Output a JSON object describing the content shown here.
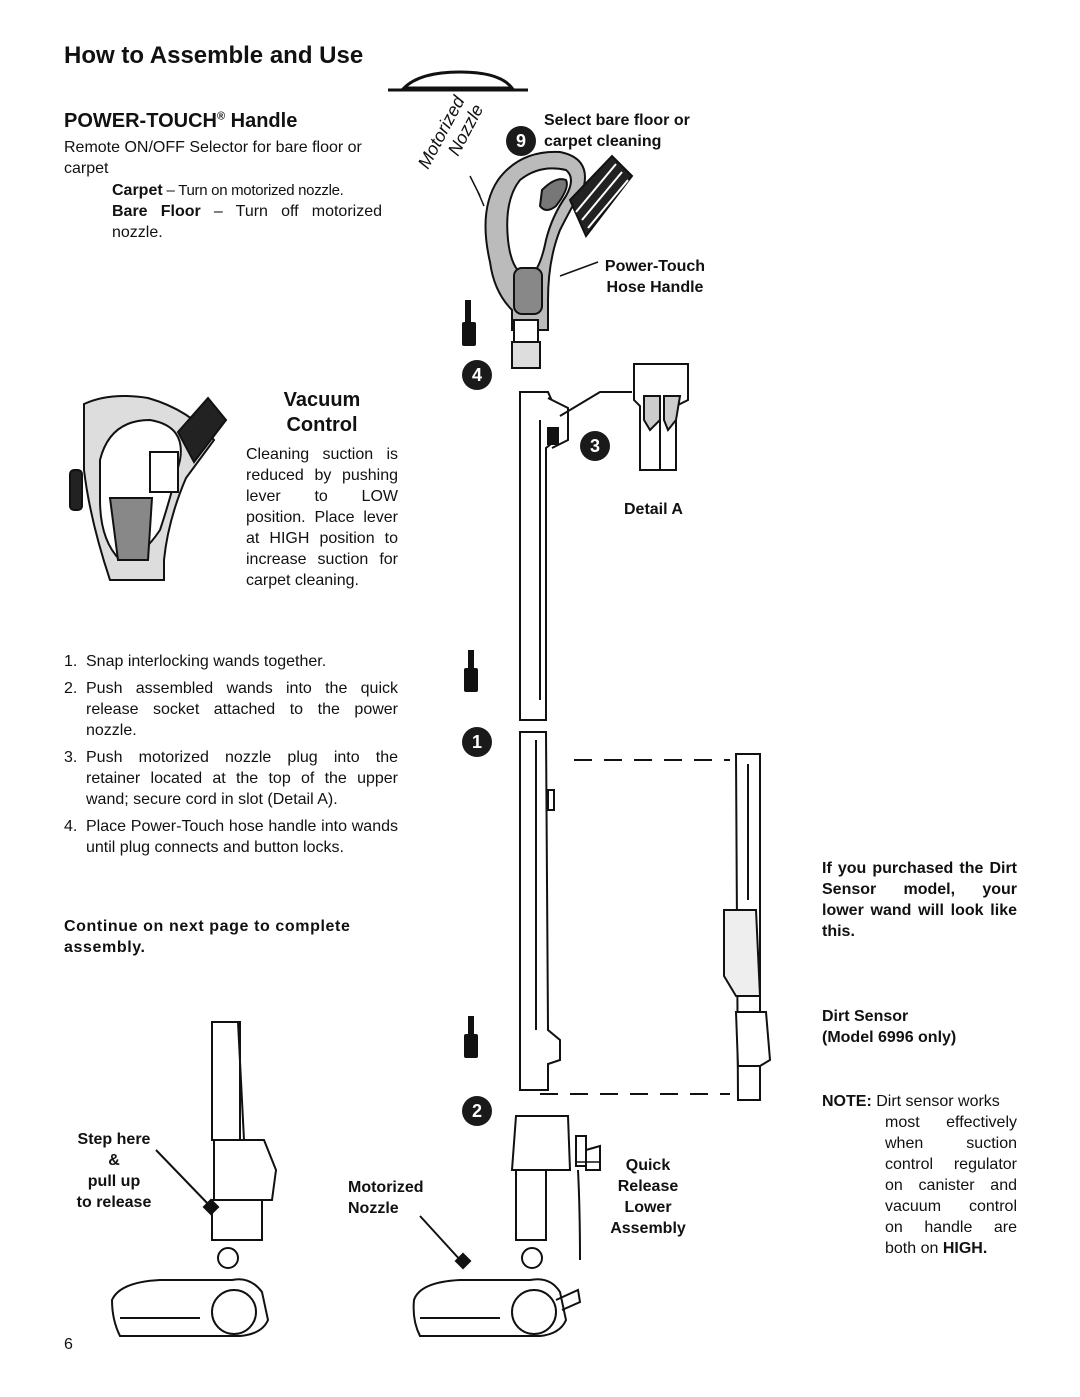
{
  "page": {
    "title": "How to Assemble and Use",
    "page_number": "6"
  },
  "power_touch": {
    "heading": "POWER-TOUCH",
    "heading_reg": "®",
    "heading_suffix": " Handle",
    "desc": "Remote ON/OFF Selector for bare floor or carpet",
    "carpet_term": "Carpet",
    "carpet_text": " – Turn on motorized nozzle.",
    "bare_term": "Bare Floor",
    "bare_text": " – Turn off motorized nozzle."
  },
  "vacuum_control": {
    "title_line1": "Vacuum",
    "title_line2": "Control",
    "text": "Cleaning suction is reduced by pushing lever to LOW position. Place lever at HIGH position to increase suction for carpet cleaning."
  },
  "steps": [
    {
      "num": "1.",
      "text": "Snap interlocking wands together."
    },
    {
      "num": "2.",
      "text": "Push assembled wands into the quick release socket attached to the power nozzle."
    },
    {
      "num": "3.",
      "text": "Push motorized nozzle plug into the retainer located at the top of the upper wand; secure cord in slot (Detail A)."
    },
    {
      "num": "4.",
      "text": "Place Power-Touch hose handle into wands until plug connects and button locks."
    }
  ],
  "continue_note": "Continue on next page to complete assembly.",
  "callouts": {
    "motorized_nozzle_arc_1": "Motorized",
    "motorized_nozzle_arc_2": "Nozzle",
    "select_num": "9",
    "select_line1": "Select bare floor or",
    "select_line2": "carpet cleaning",
    "hose_line1": "Power-Touch",
    "hose_line2": "Hose Handle",
    "num_4": "4",
    "num_3": "3",
    "num_1": "1",
    "num_2": "2",
    "detail_a": "Detail A",
    "step_here_1": "Step here",
    "step_here_2": "&",
    "step_here_3": "pull up",
    "step_here_4": "to release",
    "motorized_1": "Motorized",
    "motorized_2": "Nozzle",
    "quick_1": "Quick",
    "quick_2": "Release",
    "quick_3": "Lower",
    "quick_4": "Assembly"
  },
  "dirt_sensor": {
    "purchased_text": "If you purchased the Dirt Sensor model, your lower wand will look like this.",
    "label_1": "Dirt Sensor",
    "label_2": "(Model 6996 only)",
    "note_term": "NOTE:",
    "note_line1": " Dirt sensor works",
    "note_rest_1": "most effectively",
    "note_rest_2": "when suction",
    "note_rest_3": "control regulator",
    "note_rest_4": "on canister and",
    "note_rest_5": "vacuum control",
    "note_rest_6": "on handle are",
    "note_rest_7_a": "both on ",
    "note_rest_7_b": "HIGH."
  }
}
